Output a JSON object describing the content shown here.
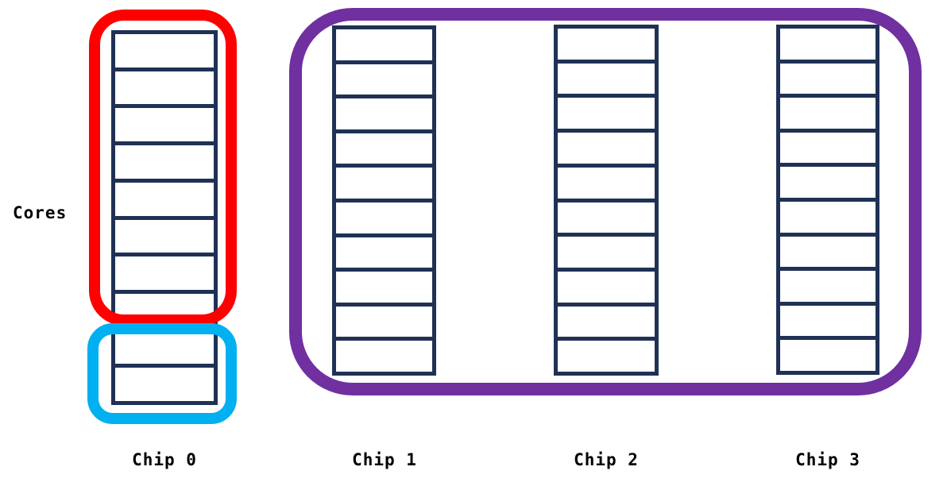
{
  "diagram": {
    "axis_label": "Cores",
    "chips": [
      {
        "label": "Chip 0",
        "cores": 10
      },
      {
        "label": "Chip 1",
        "cores": 10
      },
      {
        "label": "Chip 2",
        "cores": 10
      },
      {
        "label": "Chip 3",
        "cores": 10
      }
    ],
    "annotations": [
      {
        "id": "red-group",
        "shape": "rounded-rect",
        "color": "#ff0000",
        "encloses": "Chip 0 top 8 cores"
      },
      {
        "id": "blue-group",
        "shape": "rounded-rect",
        "color": "#00b0f0",
        "encloses": "Chip 0 bottom 2 cores"
      },
      {
        "id": "purple-group",
        "shape": "rounded-rect",
        "color": "#7030a0",
        "encloses": "Chip 1, Chip 2, Chip 3"
      }
    ],
    "colors": {
      "core_outline": "#1f3255",
      "core_fill": "#ffffff",
      "background": "#ffffff",
      "red": "#ff0000",
      "cyan": "#00b0f0",
      "purple": "#7030a0"
    }
  }
}
